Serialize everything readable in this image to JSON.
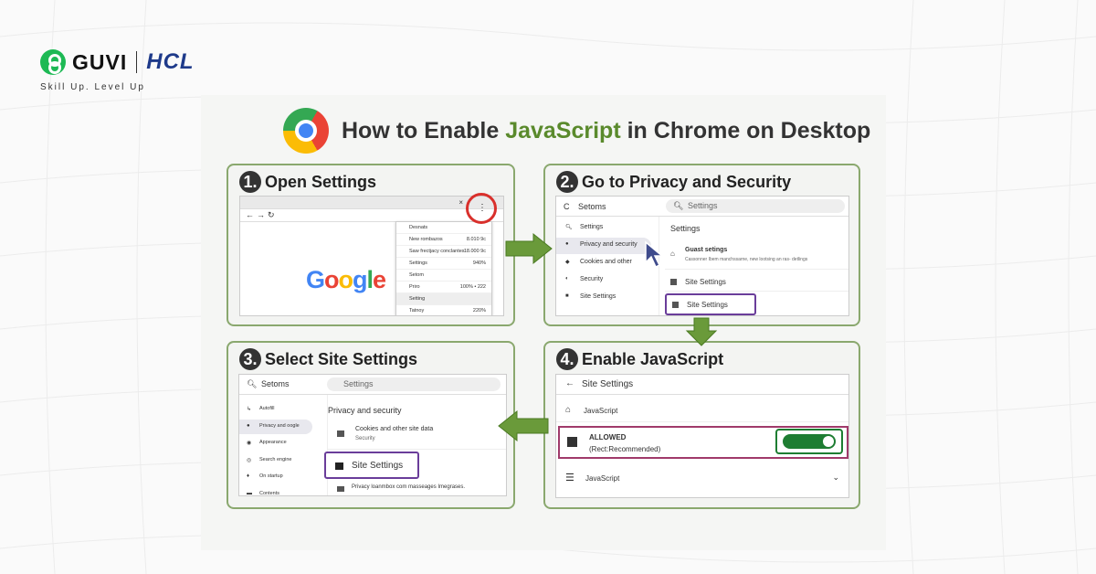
{
  "brand": {
    "guvi": "GUVI",
    "hcl": "HCL",
    "tagline": "Skill Up. Level Up"
  },
  "title": {
    "pre": "How to Enable ",
    "highlight": "JavaScript",
    "post": " in Chrome on Desktop"
  },
  "steps": [
    {
      "num": "1.",
      "title": "Open Settings",
      "google": "Google",
      "menu": [
        {
          "label": "Desnats",
          "val": ""
        },
        {
          "label": "New rombazos",
          "val": "8.010 9c"
        },
        {
          "label": "Saw frectjacy conclantes",
          "val": "18.000 9c"
        },
        {
          "label": "Settings",
          "val": "940%"
        },
        {
          "label": "Setom",
          "val": ""
        },
        {
          "label": "Priro",
          "val": "100% • 222"
        },
        {
          "label": "Setting",
          "val": ""
        },
        {
          "label": "Tatnoy",
          "val": "220%"
        }
      ]
    },
    {
      "num": "2.",
      "title": "Go to Privacy and Security",
      "app": "Setoms",
      "search": "Settings",
      "side": [
        "Settings",
        "Privacy and security",
        "Cookies and other",
        "Security",
        "Site Settings"
      ],
      "heading": "Settings",
      "guest_title": "Guast setings",
      "guest_sub": "Cassonner Ibem manchssarne, new lootsing an ras- detlings",
      "items": [
        "Site Settings",
        "Site Settings"
      ]
    },
    {
      "num": "3.",
      "title": "Select Site Settings",
      "app": "Setoms",
      "search": "Settings",
      "side": [
        "Autofill",
        "Privacy and oogle",
        "Appearance",
        "Search engine",
        "On startup",
        "Contents"
      ],
      "heading": "Privacy and security",
      "cookies": "Cookies and other site data",
      "cookies_sub": "Security",
      "site": "Site Settings",
      "privacy": "Privacy loanmbox com masseages Imegrases."
    },
    {
      "num": "4.",
      "title": "Enable JavaScript",
      "back": "Site Settings",
      "js": "JavaScript",
      "allowed": "ALLOWED",
      "recommended": "(Rect:Recommended)",
      "js2": "JavaScript"
    }
  ],
  "colors": {
    "accent": "#5a8a2c",
    "highlight": "#6a3d9a",
    "toggle": "#1e7d32",
    "circle": "#d9302c"
  }
}
